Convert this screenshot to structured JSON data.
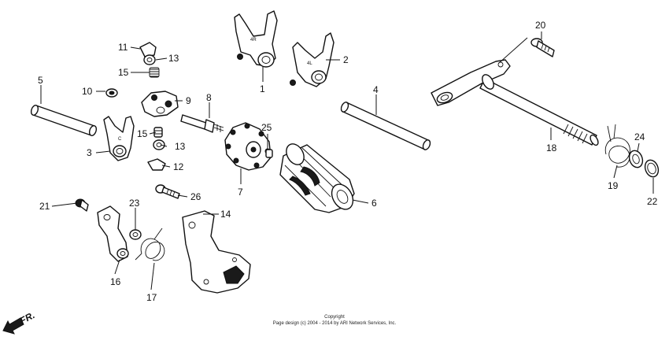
{
  "diagram": {
    "callouts": [
      "1",
      "2",
      "3",
      "4",
      "5",
      "6",
      "7",
      "8",
      "9",
      "10",
      "11",
      "12",
      "13",
      "13",
      "14",
      "15",
      "15",
      "16",
      "17",
      "18",
      "19",
      "20",
      "21",
      "22",
      "23",
      "24",
      "25",
      "26"
    ],
    "fork_stamps": [
      "4R",
      "4L",
      "C"
    ],
    "direction_label": "FR.",
    "copyright": {
      "title": "Copyright",
      "notice": "Page design (c) 2004 - 2014 by ARI Network Services, Inc."
    }
  }
}
